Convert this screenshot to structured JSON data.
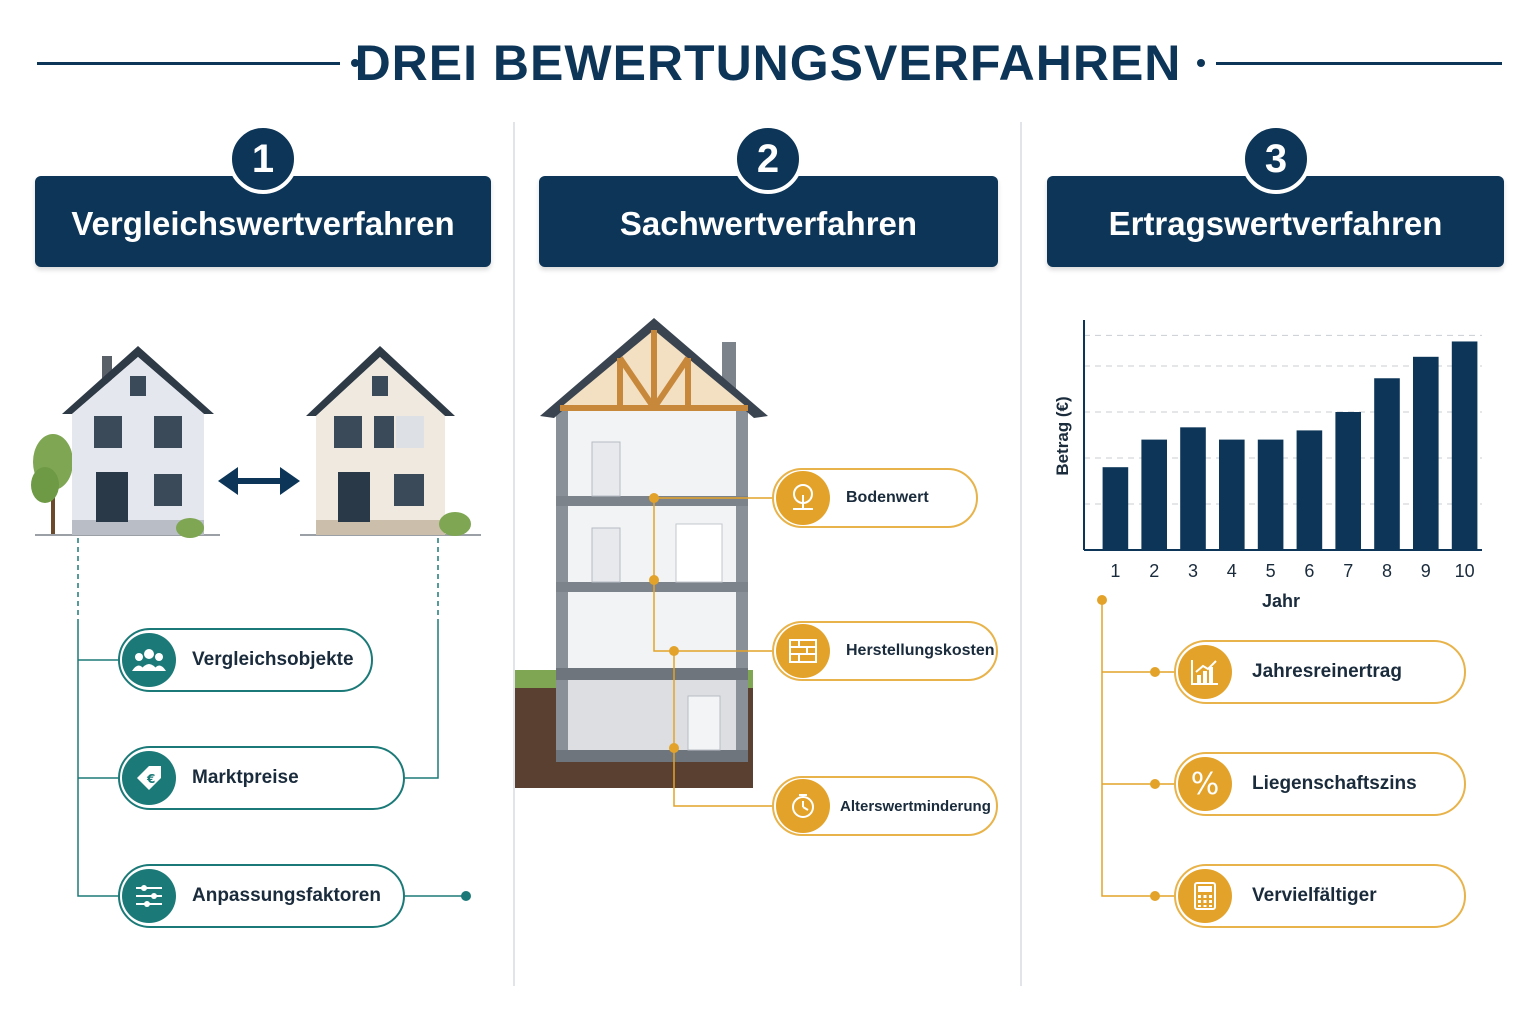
{
  "page": {
    "title": "DREI BEWERTUNGSVERFAHREN"
  },
  "colors": {
    "navy": "#0c3557",
    "teal": "#1b7a78",
    "gold": "#e3a32a"
  },
  "methods": [
    {
      "number": "1",
      "name": "Vergleichswertverfahren",
      "factors": [
        {
          "label": "Vergleichsobjekte",
          "icon": "people-icon"
        },
        {
          "label": "Marktpreise",
          "icon": "price-tag-icon"
        },
        {
          "label": "Anpassungsfaktoren",
          "icon": "sliders-icon"
        }
      ]
    },
    {
      "number": "2",
      "name": "Sachwertverfahren",
      "factors": [
        {
          "label": "Bodenwert",
          "icon": "tree-icon"
        },
        {
          "label": "Herstellungskosten",
          "icon": "bricks-icon"
        },
        {
          "label": "Alterswertminderung",
          "icon": "clock-icon"
        }
      ]
    },
    {
      "number": "3",
      "name": "Ertragswertverfahren",
      "factors": [
        {
          "label": "Jahresreinertrag",
          "icon": "growth-chart-icon"
        },
        {
          "label": "Liegenschaftszins",
          "icon": "percent-icon"
        },
        {
          "label": "Vervielfältiger",
          "icon": "calculator-icon"
        }
      ]
    }
  ],
  "chart_data": {
    "type": "bar",
    "categories": [
      "1",
      "2",
      "3",
      "4",
      "5",
      "6",
      "7",
      "8",
      "9",
      "10"
    ],
    "values": [
      2.7,
      3.6,
      4.0,
      3.6,
      3.6,
      3.9,
      4.5,
      5.6,
      6.3,
      6.8
    ],
    "xlabel": "Jahr",
    "ylabel": "Betrag (€)",
    "ylim": [
      0,
      7.5
    ],
    "grid": true,
    "y_tick_labels_shown": false,
    "bar_color": "#0c3557"
  }
}
